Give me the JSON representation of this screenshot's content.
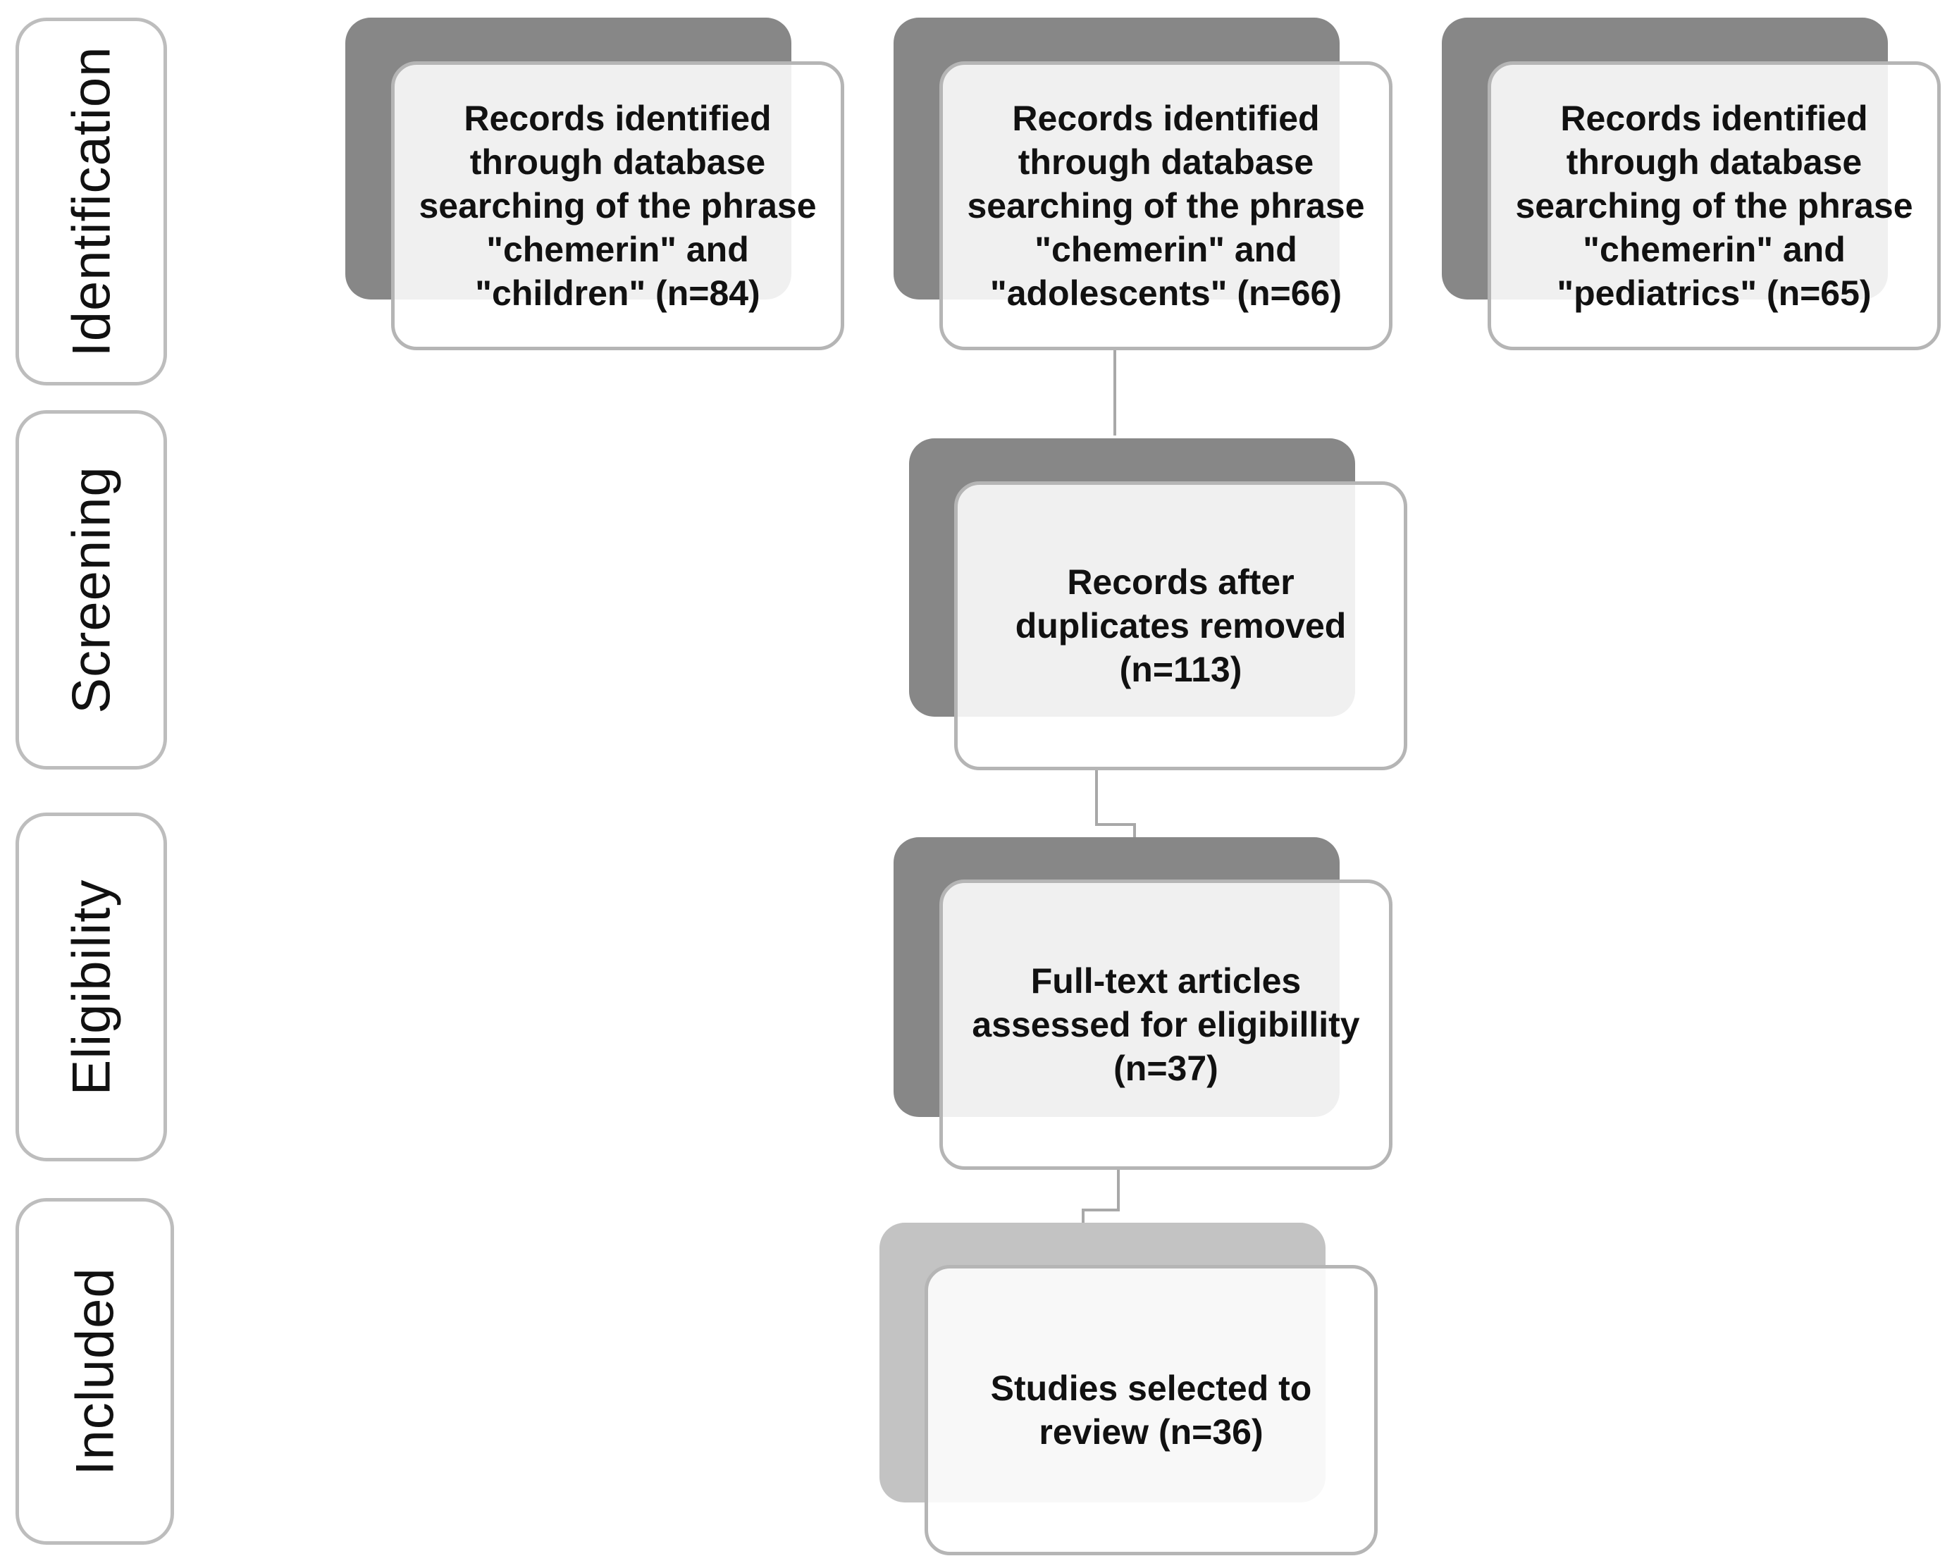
{
  "stages": {
    "identification": "Identification",
    "screening": "Screening",
    "eligibility": "Eligibility",
    "included": "Included"
  },
  "boxes": {
    "records_children": "Records identified through database searching of the phrase \"chemerin\" and \"children\" (n=84)",
    "records_adolescents": "Records identified through database searching of the phrase \"chemerin\" and \"adolescents\" (n=66)",
    "records_pediatrics": "Records identified through database searching of the phrase \"chemerin\" and \"pediatrics\" (n=65)",
    "after_duplicates": "Records after duplicates removed (n=113)",
    "full_text": "Full-text articles assessed for eligibillity (n=37)",
    "selected": "Studies selected to review (n=36)"
  },
  "colors": {
    "shadow_dark": "#878787",
    "shadow_light": "#c3c3c3",
    "border": "#b5b5b5",
    "connector": "#a8a8a8"
  }
}
